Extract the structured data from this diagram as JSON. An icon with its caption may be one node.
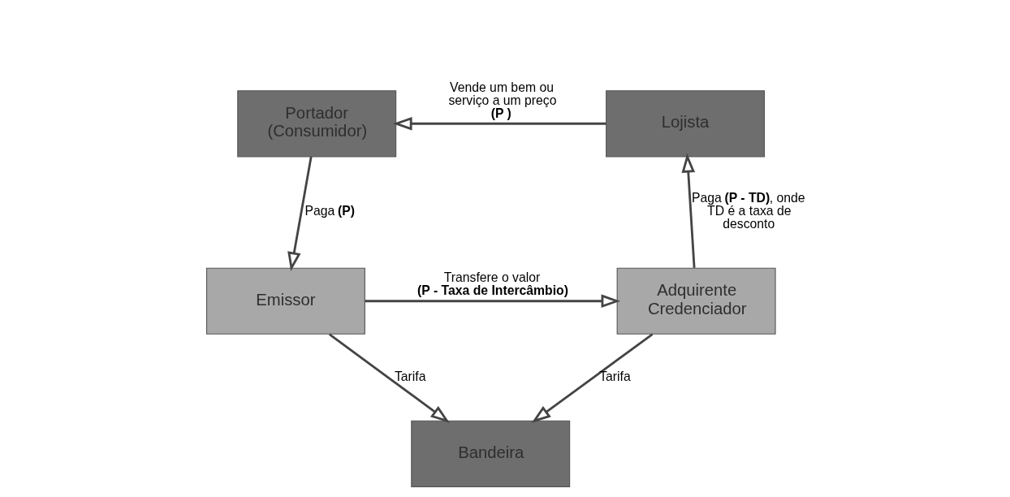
{
  "diagram": {
    "nodes": [
      {
        "text": [
          "Portador (Consumidor)"
        ]
      },
      {
        "text": [
          "Lojista"
        ]
      },
      {
        "text": [
          "Emissor"
        ]
      },
      {
        "text": [
          "Adquirente Credenciador"
        ]
      },
      {
        "text": [
          "Bandeira"
        ]
      }
    ],
    "edges": [
      {
        "from": 1,
        "to": 0,
        "arrow": "to",
        "label": "Vende um bem ou serviço a um preço **(P )**"
      },
      {
        "from": 0,
        "to": 2,
        "arrow": "to",
        "label": "Paga **(P)**"
      },
      {
        "from": 2,
        "to": 3,
        "arrow": "to",
        "label": "Transfere o valor **(P - Taxa de Intercâmbio)**"
      },
      {
        "from": 3,
        "to": 1,
        "arrow": "to",
        "label": "Paga **(P - TD)**, onde TD é a taxa de desconto"
      },
      {
        "from": 2,
        "to": 4,
        "arrow": "to",
        "label": "Tarifa"
      },
      {
        "from": 3,
        "to": 4,
        "arrow": "to",
        "label": "Tarifa"
      }
    ]
  }
}
